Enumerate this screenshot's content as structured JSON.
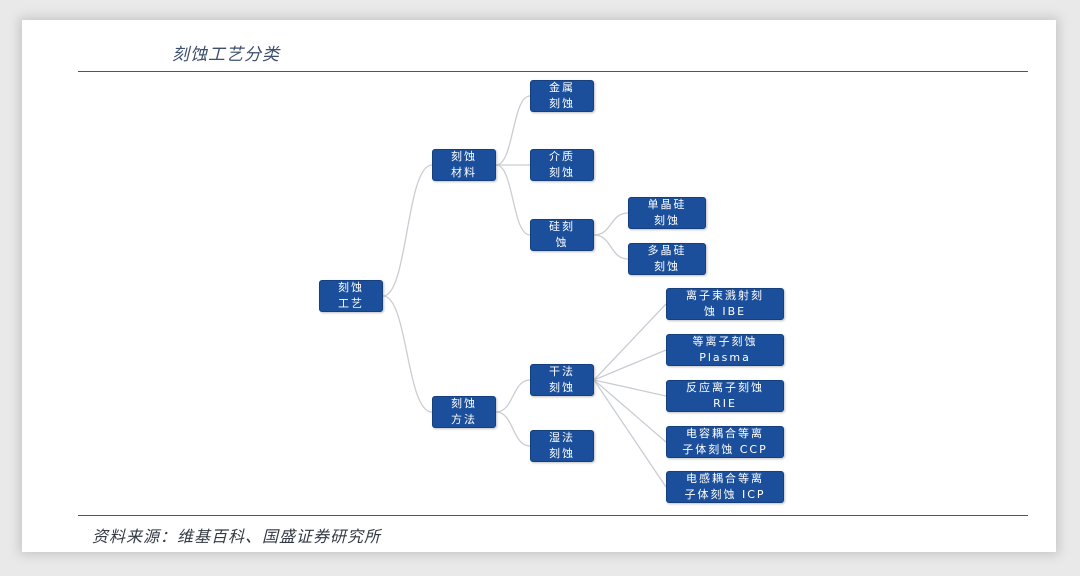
{
  "header": {
    "title": "刻蚀工艺分类"
  },
  "footer": {
    "source": "资料来源：维基百科、国盛证券研究所"
  },
  "diagram": {
    "root": {
      "line1": "刻蚀",
      "line2": "工艺"
    },
    "material": {
      "line1": "刻蚀",
      "line2": "材料"
    },
    "method": {
      "line1": "刻蚀",
      "line2": "方法"
    },
    "metal": {
      "line1": "金属",
      "line2": "刻蚀"
    },
    "dielectric": {
      "line1": "介质",
      "line2": "刻蚀"
    },
    "silicon": {
      "line1": "硅刻",
      "line2": "蚀"
    },
    "mono_si": {
      "line1": "单晶硅",
      "line2": "刻蚀"
    },
    "poly_si": {
      "line1": "多晶硅",
      "line2": "刻蚀"
    },
    "dry": {
      "line1": "干法",
      "line2": "刻蚀"
    },
    "wet": {
      "line1": "湿法",
      "line2": "刻蚀"
    },
    "ibe": {
      "line1": "离子束溅射刻",
      "line2": "蚀 IBE"
    },
    "plasma": {
      "line1": "等离子刻蚀",
      "line2": "Plasma"
    },
    "rie": {
      "line1": "反应离子刻蚀",
      "line2": "RIE"
    },
    "ccp": {
      "line1": "电容耦合等离",
      "line2": "子体刻蚀 CCP"
    },
    "icp": {
      "line1": "电感耦合等离",
      "line2": "子体刻蚀 ICP"
    }
  }
}
